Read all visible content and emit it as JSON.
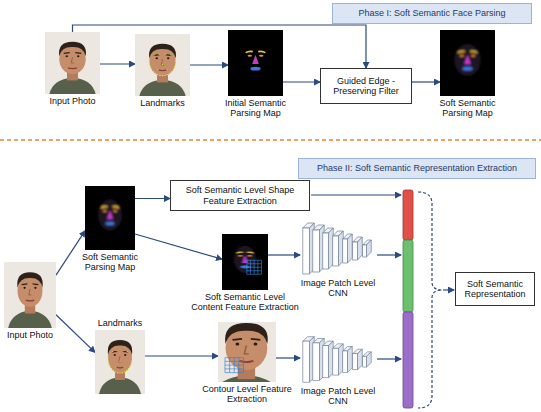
{
  "diagram": {
    "nodes": [
      {
        "text": [
          "Phase I: Soft Semantic Face Parsing"
        ]
      },
      {
        "text": [
          "Input Photo"
        ]
      },
      {
        "text": [
          "Landmarks"
        ]
      },
      {
        "text": [
          "Initial Semantic Parsing Map"
        ]
      },
      {
        "text": [
          "Guided Edge - Preserving Filter"
        ]
      },
      {
        "text": [
          "Soft Semantic Parsing Map"
        ]
      },
      {
        "text": [
          "Phase II: Soft Semantic Representation Extraction"
        ]
      },
      {
        "text": [
          "Soft Semantic Level Shape Feature Extraction"
        ]
      },
      {
        "text": [
          "Soft Semantic Parsing Map"
        ]
      },
      {
        "text": [
          "Soft Semantic Level Content Feature Extraction"
        ]
      },
      {
        "text": [
          "Image Patch Level CNN"
        ]
      },
      {
        "text": [
          "Soft Semantic Representation"
        ]
      },
      {
        "text": [
          "Input Photo"
        ]
      },
      {
        "text": [
          "Landmarks"
        ]
      },
      {
        "text": [
          "Contour Level Feature Extraction"
        ]
      },
      {
        "text": [
          "Image Patch Level CNN"
        ]
      }
    ],
    "edges": [
      {
        "from": 1,
        "to": 2,
        "arrow": "to"
      },
      {
        "from": 2,
        "to": 3,
        "arrow": "to"
      },
      {
        "from": 3,
        "to": 4,
        "arrow": "to"
      },
      {
        "from": 4,
        "to": 5,
        "arrow": "to"
      },
      {
        "from": 1,
        "to": 4,
        "arrow": "to"
      },
      {
        "from": 12,
        "to": 8,
        "arrow": "to"
      },
      {
        "from": 12,
        "to": 13,
        "arrow": "to"
      },
      {
        "from": 8,
        "to": 7,
        "arrow": "to"
      },
      {
        "from": 8,
        "to": 9,
        "arrow": "to"
      },
      {
        "from": 9,
        "to": 10,
        "arrow": "to"
      },
      {
        "from": 13,
        "to": 14,
        "arrow": "to"
      },
      {
        "from": 14,
        "to": 15,
        "arrow": "to"
      }
    ]
  }
}
